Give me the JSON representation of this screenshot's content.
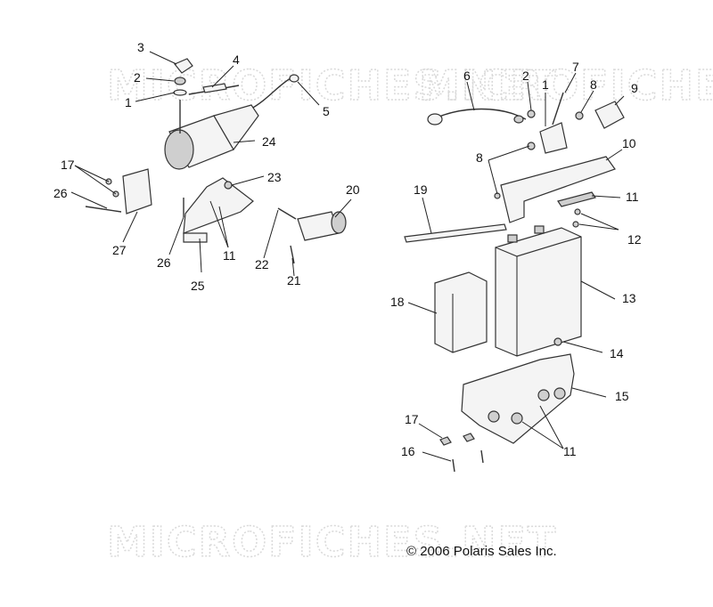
{
  "watermark": "MICROFICHES.NET",
  "copyright": "© 2006 Polaris Sales Inc.",
  "callouts": [
    {
      "id": "c3a",
      "text": "3"
    },
    {
      "id": "c2a",
      "text": "2"
    },
    {
      "id": "c4",
      "text": "4"
    },
    {
      "id": "c1a",
      "text": "1"
    },
    {
      "id": "c5",
      "text": "5"
    },
    {
      "id": "c24",
      "text": "24"
    },
    {
      "id": "c17a",
      "text": "17"
    },
    {
      "id": "c26a",
      "text": "26"
    },
    {
      "id": "c27",
      "text": "27"
    },
    {
      "id": "c23",
      "text": "23"
    },
    {
      "id": "c26b",
      "text": "26"
    },
    {
      "id": "c11a",
      "text": "11"
    },
    {
      "id": "c25",
      "text": "25"
    },
    {
      "id": "c20",
      "text": "20"
    },
    {
      "id": "c22",
      "text": "22"
    },
    {
      "id": "c21",
      "text": "21"
    },
    {
      "id": "c6",
      "text": "6"
    },
    {
      "id": "c2b",
      "text": "2"
    },
    {
      "id": "c7",
      "text": "7"
    },
    {
      "id": "c1b",
      "text": "1"
    },
    {
      "id": "c8a",
      "text": "8"
    },
    {
      "id": "c9",
      "text": "9"
    },
    {
      "id": "c8b",
      "text": "8"
    },
    {
      "id": "c10",
      "text": "10"
    },
    {
      "id": "c19",
      "text": "19"
    },
    {
      "id": "c11b",
      "text": "11"
    },
    {
      "id": "c12",
      "text": "12"
    },
    {
      "id": "c18",
      "text": "18"
    },
    {
      "id": "c13",
      "text": "13"
    },
    {
      "id": "c14",
      "text": "14"
    },
    {
      "id": "c15",
      "text": "15"
    },
    {
      "id": "c17b",
      "text": "17"
    },
    {
      "id": "c16",
      "text": "16"
    },
    {
      "id": "c11c",
      "text": "11"
    }
  ]
}
